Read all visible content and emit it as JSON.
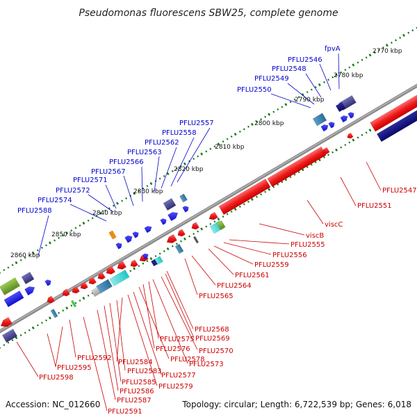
{
  "title": "Pseudomonas fluorescens SBW25, complete genome",
  "accession": "Accession: NC_012660",
  "topology": "Topology: circular; Length: 6,722,539 bp; Genes: 6,018",
  "colors": {
    "backbone": "#8c8c8c",
    "outer_ticks": "#1a7a1a",
    "forward_feature": "#1a1ae6",
    "reverse_feature": "#e61a1a",
    "forward_label": "#0000cc",
    "reverse_label": "#cc0000"
  },
  "scale_labels": [
    "2770 kbp",
    "2780 kbp",
    "2790 kbp",
    "2800 kbp",
    "2810 kbp",
    "2820 kbp",
    "2830 kbp",
    "2840 kbp",
    "2850 kbp",
    "2860 kbp"
  ],
  "forward_labels": [
    "fpvA",
    "PFLU2546",
    "PFLU2548",
    "PFLU2549",
    "PFLU2550",
    "PFLU2557",
    "PFLU2558",
    "PFLU2562",
    "PFLU2563",
    "PFLU2566",
    "PFLU2567",
    "PFLU2571",
    "PFLU2572",
    "PFLU2574",
    "PFLU2588"
  ],
  "reverse_labels": [
    "PFLU2547",
    "PFLU2551",
    "viscC",
    "viscB",
    "PFLU2555",
    "PFLU2556",
    "PFLU2559",
    "PFLU2561",
    "PFLU2564",
    "PFLU2565",
    "PFLU2568",
    "PFLU2569",
    "PFLU2570",
    "PFLU2575",
    "PFLU2576",
    "PFLU2578",
    "PFLU2573",
    "PFLU2577",
    "PFLU2579",
    "PFLU2584",
    "PFLU2583",
    "PFLU2585",
    "PFLU2586",
    "PFLU2587",
    "PFLU2592",
    "PFLU2591",
    "PFLU2595",
    "PFLU2598"
  ]
}
